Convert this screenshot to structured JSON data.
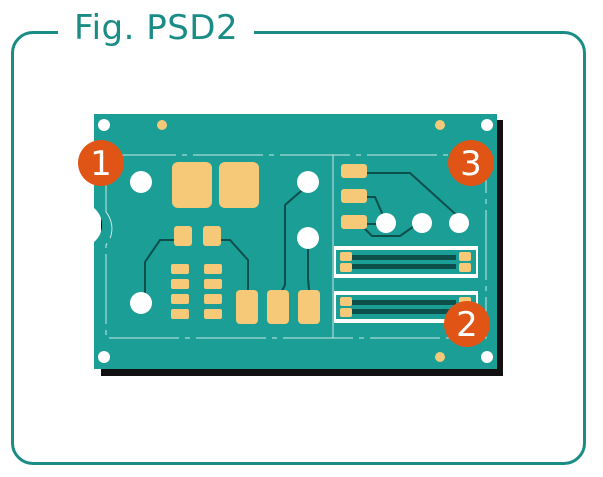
{
  "figure": {
    "title": "Fig. PSD2"
  },
  "callouts": [
    {
      "label": "1"
    },
    {
      "label": "2"
    },
    {
      "label": "3"
    }
  ],
  "colors": {
    "frame": "#1a8c86",
    "board": "#1a9e96",
    "pads": "#f5c978",
    "callout": "#e05416",
    "shadow": "#111111",
    "holes": "#ffffff"
  }
}
